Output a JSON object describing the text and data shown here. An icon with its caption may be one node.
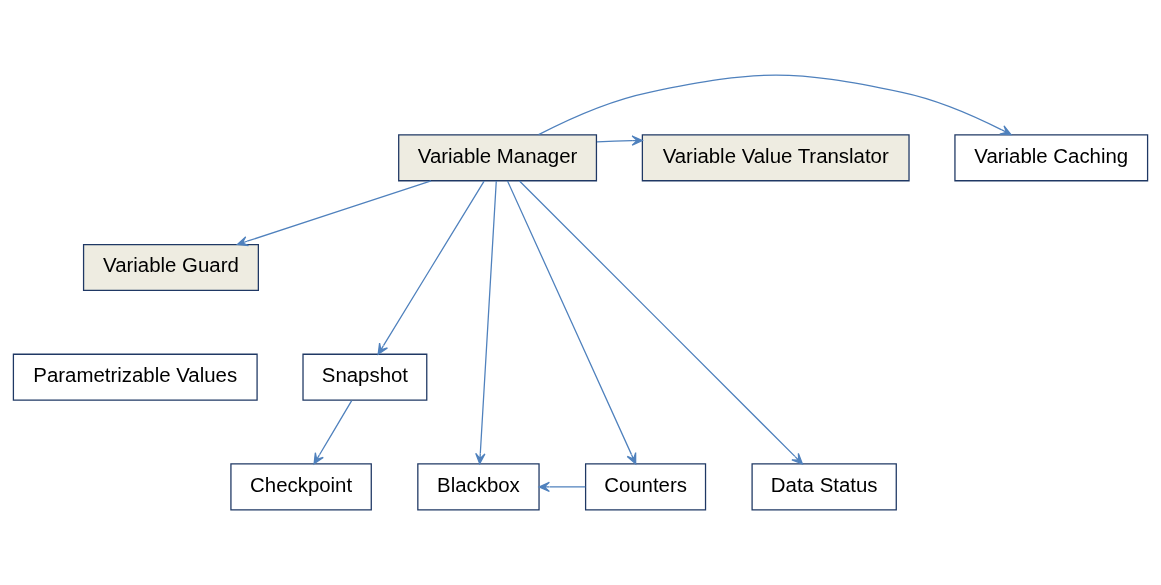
{
  "diagram": {
    "nodes": [
      {
        "text": [
          "Variable Manager"
        ]
      },
      {
        "text": [
          "Variable Caching"
        ]
      },
      {
        "text": [
          "Variable Value Translator"
        ]
      },
      {
        "text": [
          "Variable Guard"
        ]
      },
      {
        "text": [
          "Parametrizable Values"
        ]
      },
      {
        "text": [
          "Snapshot"
        ]
      },
      {
        "text": [
          "Blackbox"
        ]
      },
      {
        "text": [
          "Counters"
        ]
      },
      {
        "text": [
          "Data Status"
        ]
      },
      {
        "text": [
          "Checkpoint"
        ]
      }
    ],
    "edges": [
      {
        "from": 0,
        "to": 1,
        "arrow": "to"
      },
      {
        "from": 0,
        "to": 2,
        "arrow": "to"
      },
      {
        "from": 0,
        "to": 3,
        "arrow": "to"
      },
      {
        "from": 0,
        "to": 6,
        "arrow": "to"
      },
      {
        "from": 0,
        "to": 7,
        "arrow": "to"
      },
      {
        "from": 0,
        "to": 8,
        "arrow": "to"
      },
      {
        "from": 0,
        "to": 5,
        "arrow": "to"
      },
      {
        "from": 5,
        "to": 9,
        "arrow": "to"
      },
      {
        "from": 7,
        "to": 6,
        "arrow": "to"
      }
    ]
  }
}
